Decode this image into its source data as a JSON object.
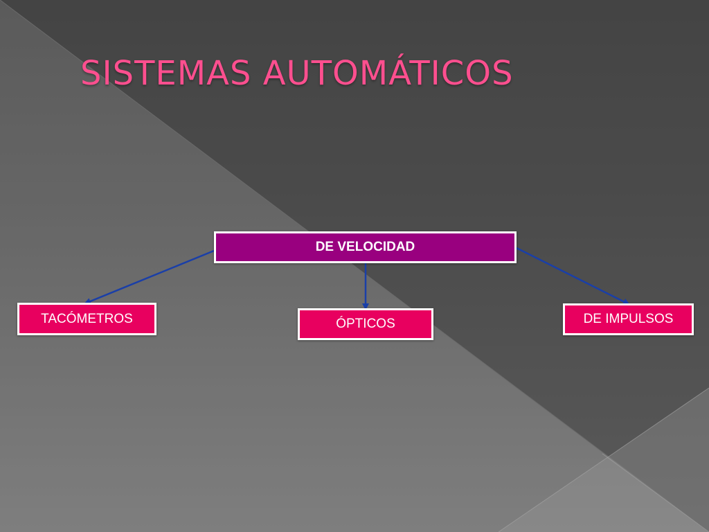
{
  "slide": {
    "title": "SISTEMAS AUTOMÁTICOS"
  },
  "diagram": {
    "root": {
      "label": "DE VELOCIDAD"
    },
    "children": [
      {
        "label": "TACÓMETROS"
      },
      {
        "label": "ÓPTICOS"
      },
      {
        "label": "DE IMPULSOS"
      }
    ]
  },
  "colors": {
    "title": "#ff4f8f",
    "root_fill": "#99007f",
    "child_fill": "#e8005f",
    "connector": "#1a3fa8",
    "border": "#ffffff"
  }
}
